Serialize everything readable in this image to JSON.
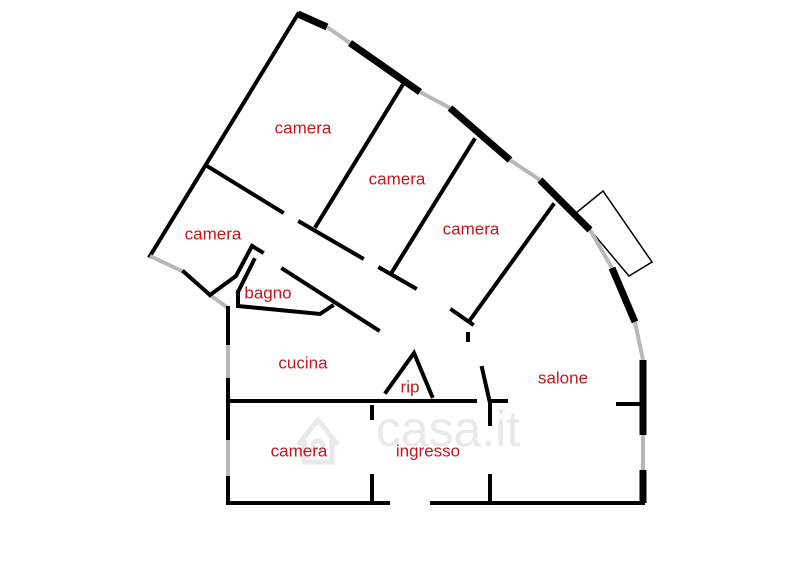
{
  "colors": {
    "label": "#c4161c",
    "wall": "#000000",
    "window": "#b8b8b8",
    "watermark": "#e9e9e9"
  },
  "watermark": {
    "logo_text": "casa.it",
    "icon": "house-location-icon"
  },
  "rooms": [
    {
      "id": "camera-top-left",
      "label": "camera"
    },
    {
      "id": "camera-top-mid",
      "label": "camera"
    },
    {
      "id": "camera-top-right",
      "label": "camera"
    },
    {
      "id": "camera-left",
      "label": "camera"
    },
    {
      "id": "bagno",
      "label": "bagno"
    },
    {
      "id": "cucina",
      "label": "cucina"
    },
    {
      "id": "rip",
      "label": "rip"
    },
    {
      "id": "salone",
      "label": "salone"
    },
    {
      "id": "camera-bottom",
      "label": "camera"
    },
    {
      "id": "ingresso",
      "label": "ingresso"
    }
  ]
}
